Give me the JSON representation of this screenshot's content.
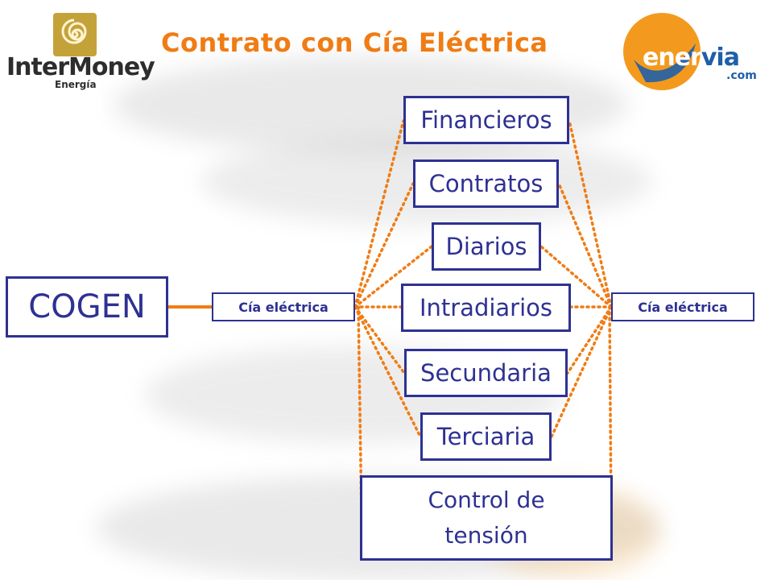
{
  "title": "Contrato con Cía Eléctrica",
  "logos": {
    "intermoney": {
      "name": "InterMoney",
      "sub": "Energía",
      "color": "#2d2d2d",
      "accent": "#c4a23a"
    },
    "enervia": {
      "part1": "ener",
      "part2": "via",
      "domain": ".com",
      "orange": "#f39a1e",
      "blue": "#1f5fa8"
    }
  },
  "nodes": {
    "cogen": "COGEN",
    "left_company": "Cía eléctrica",
    "right_company": "Cía eléctrica",
    "markets": [
      {
        "id": "financieros",
        "label": "Financieros"
      },
      {
        "id": "contratos",
        "label": "Contratos"
      },
      {
        "id": "diarios",
        "label": "Diarios"
      },
      {
        "id": "intradiarios",
        "label": "Intradiarios"
      },
      {
        "id": "secundaria",
        "label": "Secundaria"
      },
      {
        "id": "terciaria",
        "label": "Terciaria"
      },
      {
        "id": "control",
        "label_lines": [
          "Control de",
          "tensión"
        ]
      }
    ]
  },
  "colors": {
    "box_border": "#2e3192",
    "box_text": "#2e3192",
    "connector": "#f07c14",
    "title": "#f07c14"
  }
}
